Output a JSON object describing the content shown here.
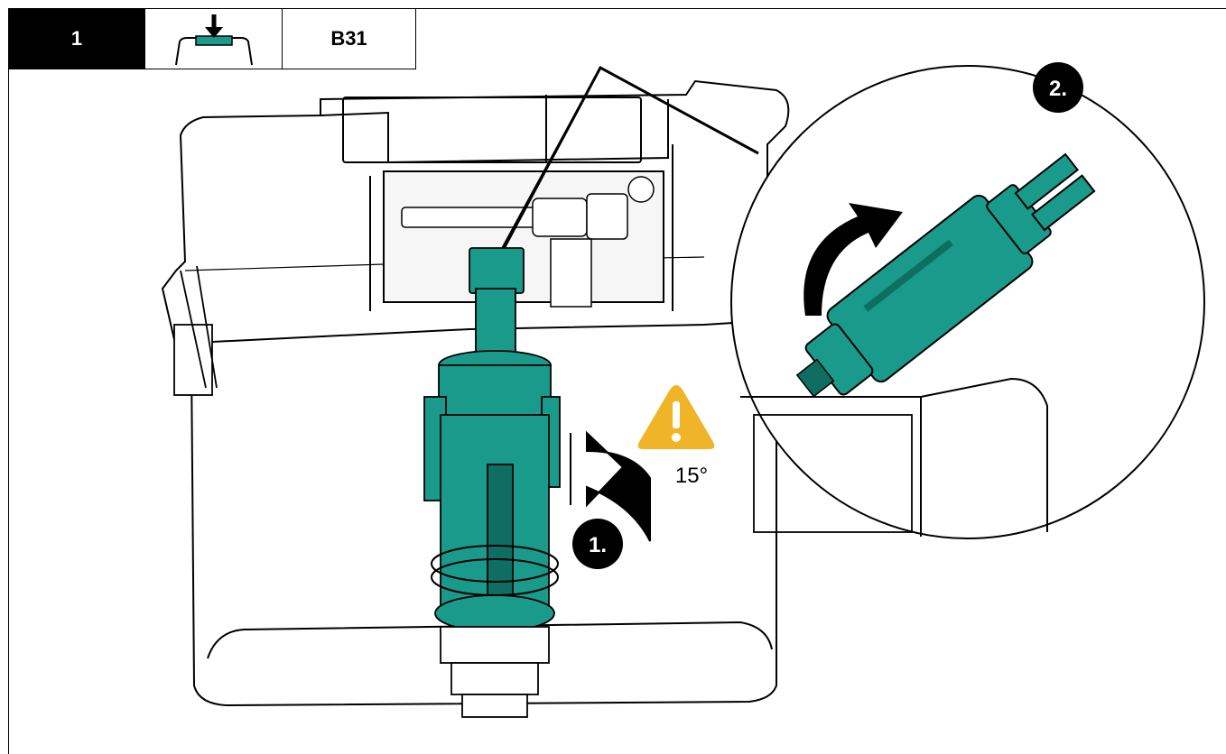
{
  "header": {
    "step_number": "1",
    "icon": "flush-button-press-icon",
    "model_code": "B31"
  },
  "diagram": {
    "step1_label": "1.",
    "step2_label": "2.",
    "angle_label": "15°",
    "warning_icon": "warning-triangle-icon",
    "colors": {
      "valve_green": "#1a9a8a",
      "valve_dark": "#0e6e62",
      "warning_amber": "#f0b429",
      "outline": "#000000"
    }
  }
}
